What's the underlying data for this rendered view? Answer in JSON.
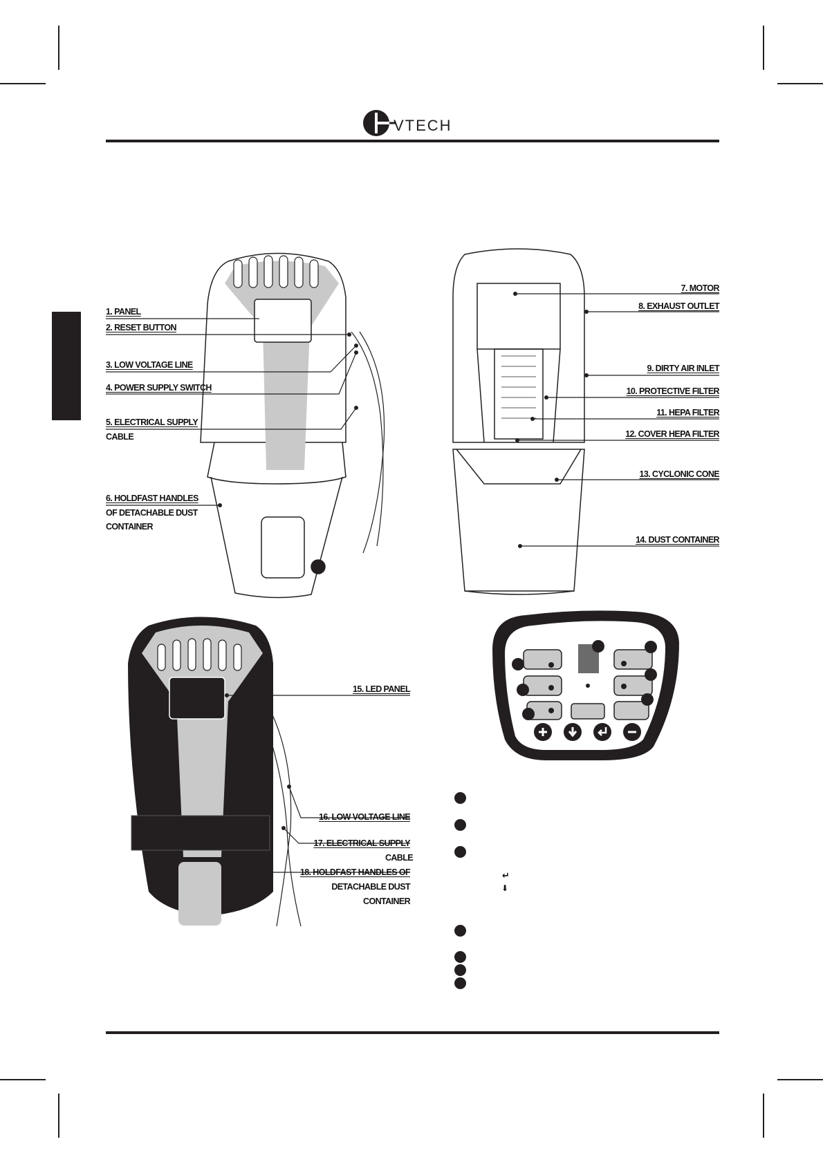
{
  "brand": {
    "logo_text": "VTECH"
  },
  "diagram_top_left": {
    "labels": [
      "1. PANEL",
      "2. RESET BUTTON",
      "3. LOW VOLTAGE LINE",
      "4. POWER SUPPLY SWITCH",
      "5. ELECTRICAL SUPPLY",
      "CABLE",
      "6.  HOLDFAST HANDLES",
      "OF DETACHABLE DUST",
      "CONTAINER"
    ]
  },
  "diagram_top_right": {
    "labels": [
      "7. MOTOR",
      "8. EXHAUST OUTLET",
      "9. DIRTY AIR INLET",
      "10. PROTECTIVE FILTER",
      "11. HEPA FILTER",
      "12. COVER HEPA FILTER",
      "13. CYCLONIC CONE",
      "14. DUST CONTAINER"
    ]
  },
  "diagram_bottom_left": {
    "labels": [
      "15. LED PANEL",
      "16. LOW VOLTAGE LINE",
      "17. ELECTRICAL SUPPLY",
      "CABLE",
      "18.  HOLDFAST HANDLES OF",
      "DETACHABLE DUST",
      "CONTAINER"
    ]
  },
  "led_panel": {
    "icons": [
      "plus-icon",
      "down-arrow-icon",
      "enter-icon",
      "minus-icon"
    ]
  },
  "legend": {
    "symbols": [
      "↵",
      "⬇"
    ],
    "bullet_count": 7
  }
}
